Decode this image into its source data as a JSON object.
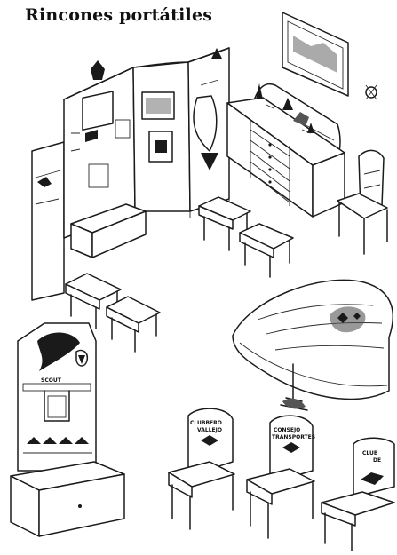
{
  "title": "Rincones portátiles",
  "chair_back_labels": [
    {
      "line1": "CLUBBERO",
      "line2": "VALLEJO"
    },
    {
      "line1": "CONSEJO",
      "line2": "TRANSPORTES"
    },
    {
      "line1": "CLUB",
      "line2": "DE"
    }
  ],
  "stand_label": "SCOUT"
}
